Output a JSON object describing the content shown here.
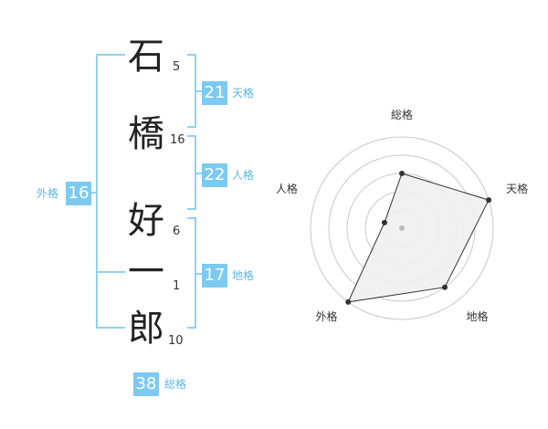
{
  "name": {
    "chars": [
      {
        "char": "石",
        "strokes": "5"
      },
      {
        "char": "橋",
        "strokes": "16"
      },
      {
        "char": "好",
        "strokes": "6"
      },
      {
        "char": "一",
        "strokes": "1"
      },
      {
        "char": "郎",
        "strokes": "10"
      }
    ]
  },
  "fortunes": {
    "tenkaku": {
      "value": "21",
      "label": "天格"
    },
    "jinkaku": {
      "value": "22",
      "label": "人格"
    },
    "chikaku": {
      "value": "17",
      "label": "地格"
    },
    "gaikaku": {
      "value": "16",
      "label": "外格"
    },
    "soukaku": {
      "value": "38",
      "label": "総格"
    }
  },
  "colors": {
    "accent": "#7ccaf2",
    "accent_text": "#5bb6e6",
    "bracket": "#8fd0f4"
  },
  "chart_data": {
    "type": "radar",
    "axes": [
      "総格",
      "天格",
      "地格",
      "外格",
      "人格"
    ],
    "levels": 5,
    "values": [
      3,
      5,
      4,
      5,
      1
    ],
    "max": 5
  }
}
